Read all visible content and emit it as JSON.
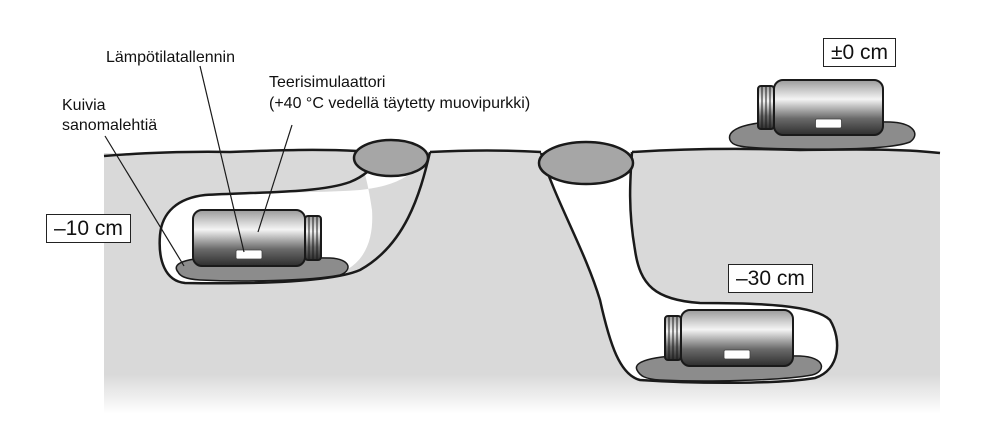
{
  "labels": {
    "logger": "Lämpötilatallennin",
    "simulator_line1": "Teerisimulaattori",
    "simulator_line2": "(+40 °C vedellä täytetty muovipurkki)",
    "newspapers_line1": "Kuivia",
    "newspapers_line2": "sanomalehtiä"
  },
  "depths": {
    "surface": "±0 cm",
    "shallow": "–10 cm",
    "deep": "–30 cm"
  },
  "colors": {
    "soil": "#d9d9d9",
    "line": "#1a1a1a",
    "stone": "#a6a6a6",
    "newspaper": "#8c8c8c"
  }
}
